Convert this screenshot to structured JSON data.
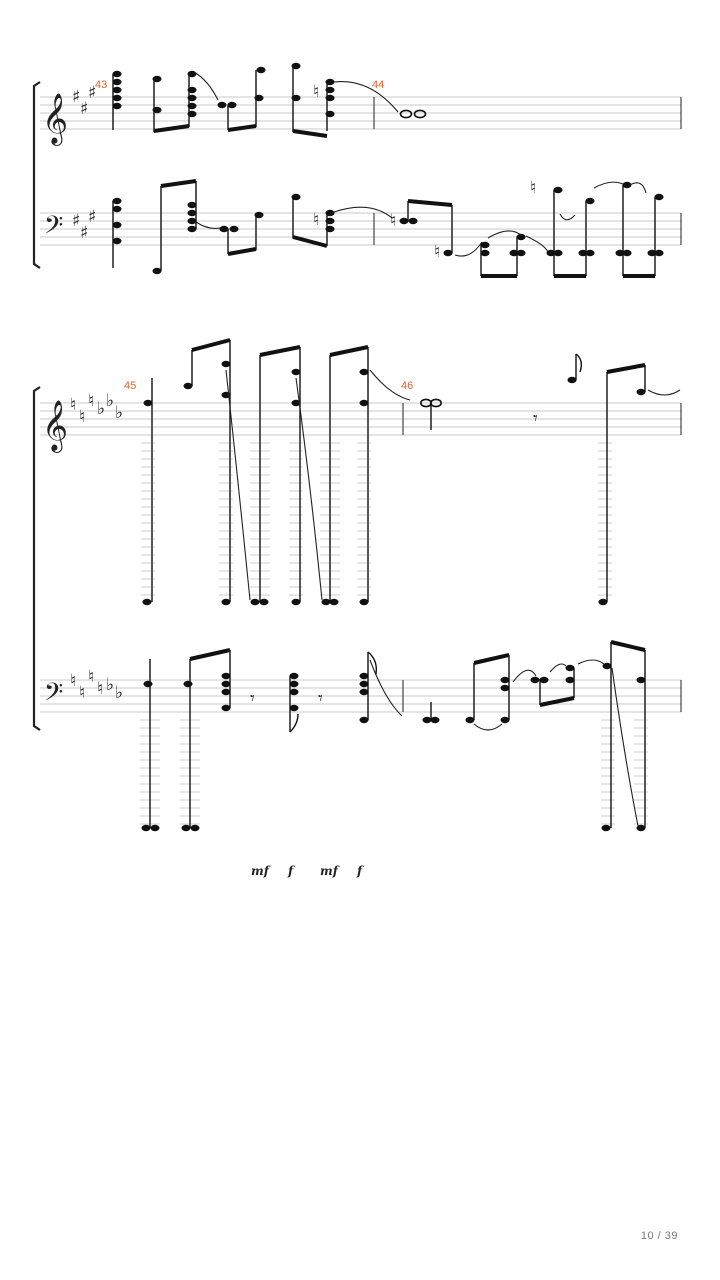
{
  "page": {
    "number_label": "10 / 39"
  },
  "systems": [
    {
      "key_signature_treble": [
        "♯",
        "♯",
        "♯"
      ],
      "key_signature_bass": [
        "♯",
        "♯",
        "♯"
      ],
      "measures": [
        "43",
        "44"
      ]
    },
    {
      "key_signature_treble": [
        "♮",
        "♮",
        "♮",
        "♭",
        "♭",
        "♭"
      ],
      "key_signature_bass": [
        "♮",
        "♮",
        "♮",
        "♮",
        "♭",
        "♭"
      ],
      "measures": [
        "45",
        "46"
      ]
    }
  ],
  "dynamics": [
    "mf",
    "f",
    "mf",
    "f"
  ],
  "symbols": {
    "treble_clef": "𝄞",
    "bass_clef": "𝄢",
    "eighth_rest": "𝄾",
    "natural": "♮"
  }
}
